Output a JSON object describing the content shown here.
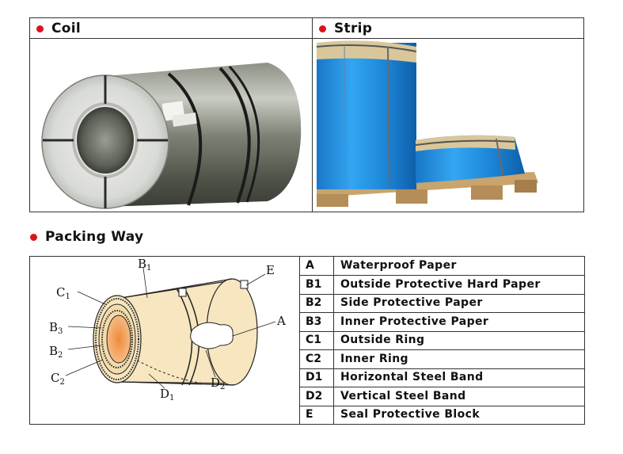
{
  "top": {
    "coil_heading": "Coil",
    "strip_heading": "Strip"
  },
  "packing": {
    "heading": "Packing Way",
    "diagram_labels": {
      "b1": "B",
      "b1_sub": "1",
      "e": "E",
      "c1": "C",
      "c1_sub": "1",
      "b3": "B",
      "b3_sub": "3",
      "a": "A",
      "b2": "B",
      "b2_sub": "2",
      "c2": "C",
      "c2_sub": "2",
      "d1": "D",
      "d1_sub": "1",
      "d2": "D",
      "d2_sub": "2"
    },
    "legend": [
      {
        "key": "A",
        "desc": "Waterproof Paper"
      },
      {
        "key": "B1",
        "desc": "Outside Protective Hard Paper"
      },
      {
        "key": "B2",
        "desc": "Side Protective Paper"
      },
      {
        "key": "B3",
        "desc": "Inner Protective Paper"
      },
      {
        "key": "C1",
        "desc": "Outside Ring"
      },
      {
        "key": "C2",
        "desc": "Inner Ring"
      },
      {
        "key": "D1",
        "desc": "Horizontal Steel Band"
      },
      {
        "key": "D2",
        "desc": "Vertical Steel Band"
      },
      {
        "key": "E",
        "desc": "Seal Protective Block"
      }
    ]
  },
  "colors": {
    "bullet": "#d8151d",
    "film_blue": "#1f8fe0",
    "paper": "#f7e6bf"
  }
}
